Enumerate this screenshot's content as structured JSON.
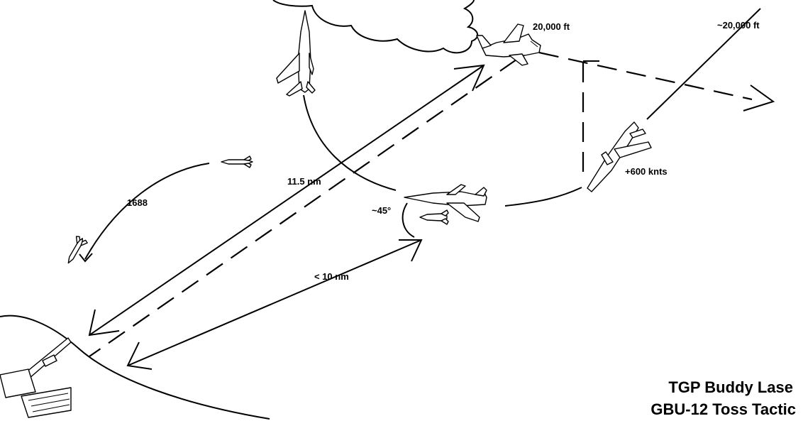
{
  "labels": {
    "lead_altitude": "20,000 ft",
    "wingman_altitude": "~20,000 ft",
    "wingman_speed": "+600 knts",
    "slant_range": "11.5 nm",
    "toss_range": "< 10 nm",
    "toss_angle": "~45°",
    "sam_number": "1688"
  },
  "title": {
    "line1": "TGP Buddy Lase",
    "line2": "GBU-12 Toss Tactic"
  },
  "icons": {
    "lead_jet": "jet-aircraft-icon",
    "climbing_jet": "jet-aircraft-icon",
    "diving_jet": "jet-aircraft-icon",
    "tossing_jet": "jet-aircraft-icon",
    "bomb": "gbu-12-bomb-icon",
    "sam_launcher": "sam-launcher-icon",
    "missiles": "missile-icon",
    "cloud": "cloud-icon"
  }
}
